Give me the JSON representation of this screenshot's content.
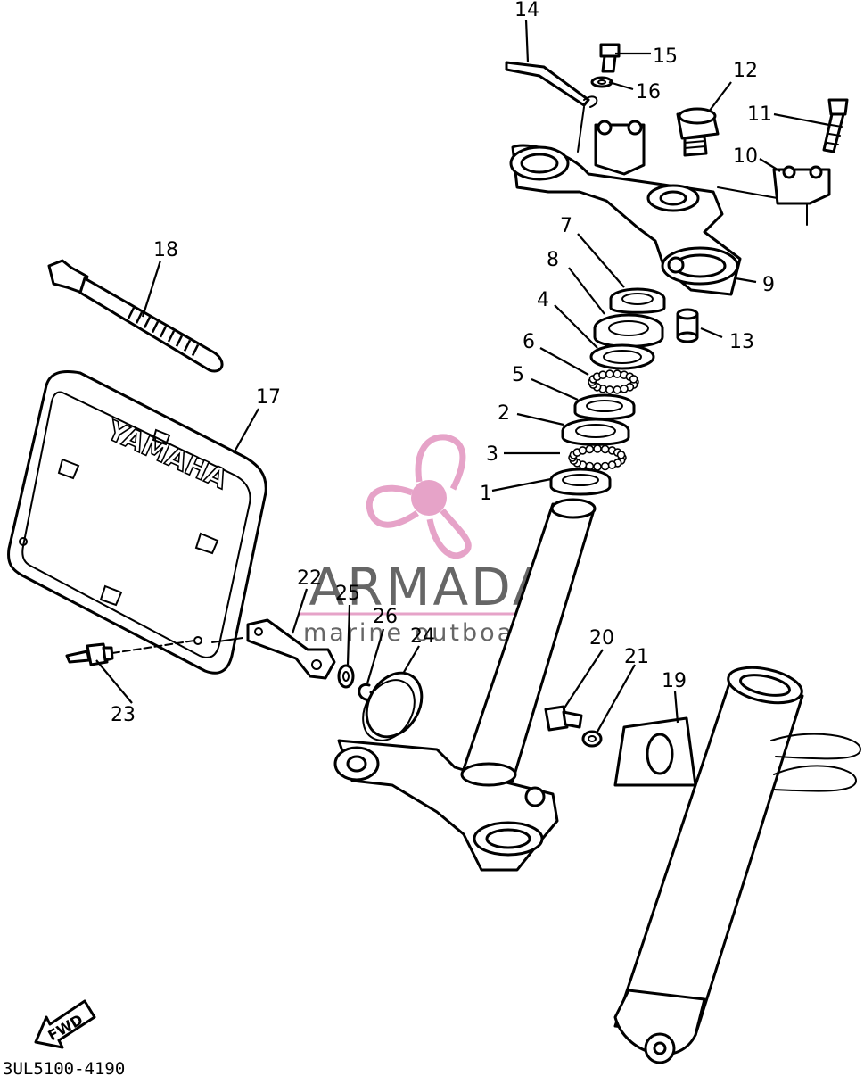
{
  "diagram": {
    "code": "3UL5100-4190",
    "fwd_label": "FWD",
    "plate_text": "YAMAHA",
    "callouts": [
      {
        "id": "14",
        "label": "14"
      },
      {
        "id": "15",
        "label": "15"
      },
      {
        "id": "16",
        "label": "16"
      },
      {
        "id": "12",
        "label": "12"
      },
      {
        "id": "11",
        "label": "11"
      },
      {
        "id": "10",
        "label": "10"
      },
      {
        "id": "9",
        "label": "9"
      },
      {
        "id": "7",
        "label": "7"
      },
      {
        "id": "8",
        "label": "8"
      },
      {
        "id": "13",
        "label": "13"
      },
      {
        "id": "4",
        "label": "4"
      },
      {
        "id": "6",
        "label": "6"
      },
      {
        "id": "5",
        "label": "5"
      },
      {
        "id": "2",
        "label": "2"
      },
      {
        "id": "3",
        "label": "3"
      },
      {
        "id": "1",
        "label": "1"
      },
      {
        "id": "18",
        "label": "18"
      },
      {
        "id": "17",
        "label": "17"
      },
      {
        "id": "22",
        "label": "22"
      },
      {
        "id": "25",
        "label": "25"
      },
      {
        "id": "26",
        "label": "26"
      },
      {
        "id": "24",
        "label": "24"
      },
      {
        "id": "23",
        "label": "23"
      },
      {
        "id": "20",
        "label": "20"
      },
      {
        "id": "21",
        "label": "21"
      },
      {
        "id": "19",
        "label": "19"
      }
    ]
  },
  "watermark": {
    "brand": "ARMADA",
    "tagline": "marine outboards",
    "color": "#e6a3c8"
  }
}
